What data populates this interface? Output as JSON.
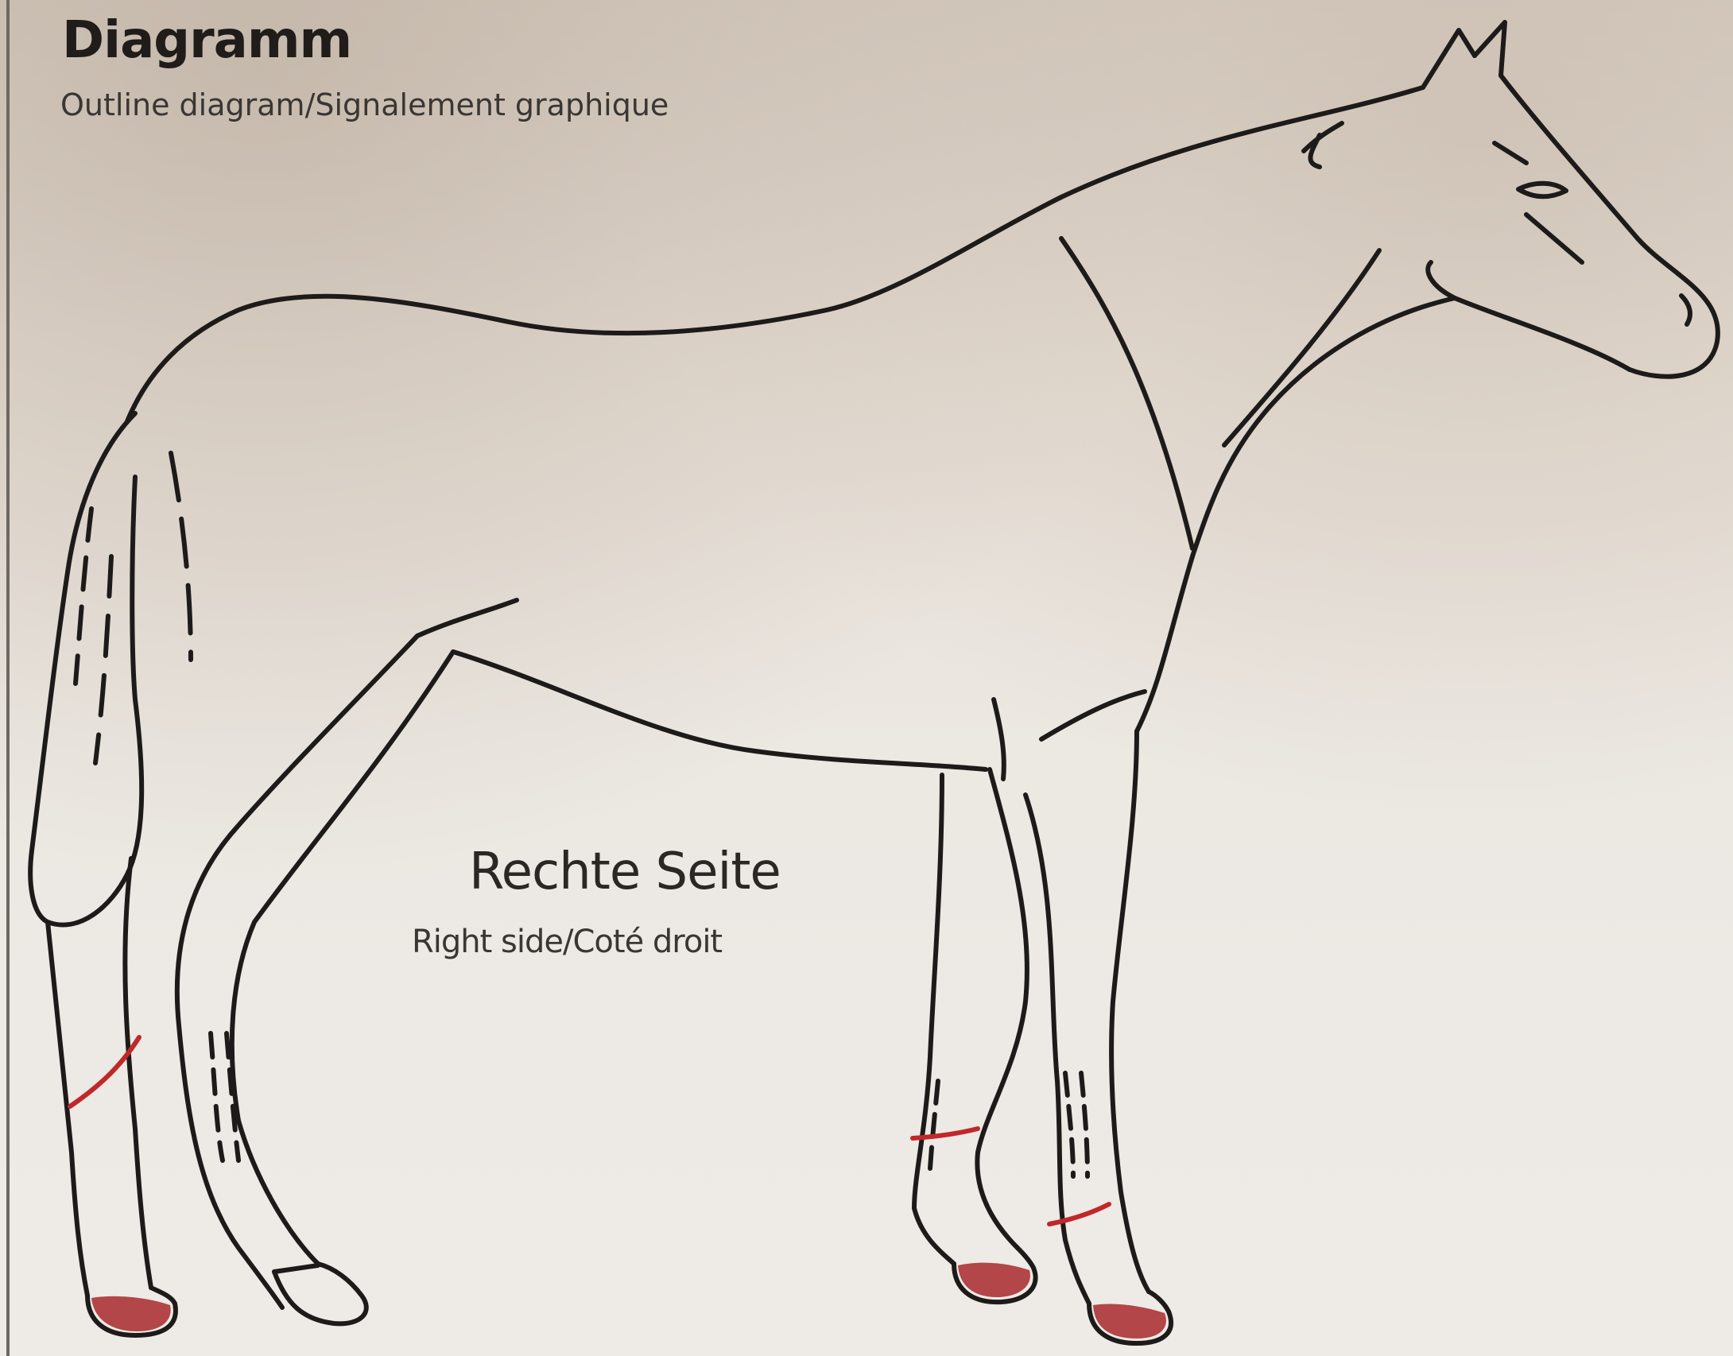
{
  "header": {
    "title": "Diagramm",
    "subtitle": "Outline diagram/Signalement graphique"
  },
  "diagram": {
    "side_title": "Rechte Seite",
    "side_subtitle": "Right side/Coté droit",
    "outline_color": "#1d1b1a",
    "marking_color": "#c0282a",
    "marking_fill": "#a8292b"
  }
}
